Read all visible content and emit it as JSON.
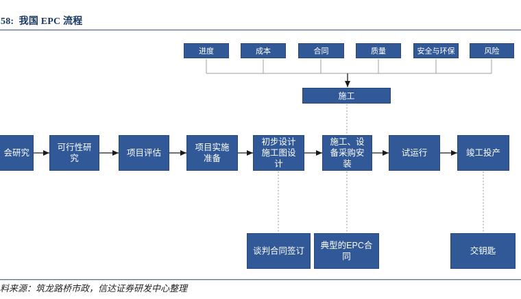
{
  "header": {
    "title": "58:  我国 EPC 流程"
  },
  "flowchart": {
    "control_boxes": [
      "进度",
      "成本",
      "合同",
      "质量",
      "安全与环保",
      "风险"
    ],
    "construction_box": "施工",
    "main_flow": [
      "会研究",
      "可行性研\n究",
      "项目评估",
      "项目实施\n准备",
      "初步设计\n施工图设\n计",
      "施工、设\n备采购安\n装",
      "试运行",
      "竣工投产"
    ],
    "bottom_boxes": [
      "谈判合同签订",
      "典型的EPC合\n同",
      "交钥匙"
    ]
  },
  "footer": {
    "source": "料来源：筑龙路桥市政，信达证券研发中心整理"
  },
  "colors": {
    "box_blue": "#315897",
    "box_border": "#27477e",
    "title_navy": "#17375e",
    "connector_gray": "#9c9c9c",
    "dotted_gray": "#a8a8a8",
    "arrow_black": "#1a1a1a"
  }
}
